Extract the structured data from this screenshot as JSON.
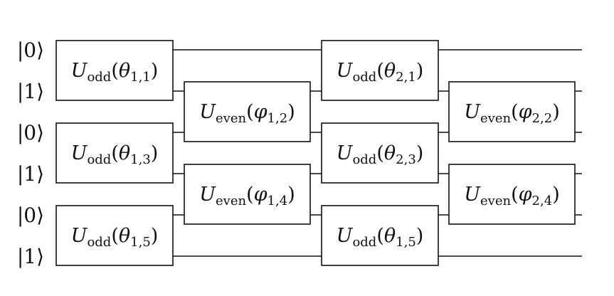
{
  "circuit": {
    "qubits": [
      {
        "state": "|0⟩"
      },
      {
        "state": "|1⟩"
      },
      {
        "state": "|0⟩"
      },
      {
        "state": "|1⟩"
      },
      {
        "state": "|0⟩"
      },
      {
        "state": "|1⟩"
      }
    ],
    "gates": [
      {
        "kind": "odd",
        "qubits": [
          0,
          1
        ],
        "column": 0,
        "op": "U",
        "subscript": "odd",
        "param": "θ",
        "param_sub": "1,1"
      },
      {
        "kind": "odd",
        "qubits": [
          2,
          3
        ],
        "column": 0,
        "op": "U",
        "subscript": "odd",
        "param": "θ",
        "param_sub": "1,3"
      },
      {
        "kind": "odd",
        "qubits": [
          4,
          5
        ],
        "column": 0,
        "op": "U",
        "subscript": "odd",
        "param": "θ",
        "param_sub": "1,5"
      },
      {
        "kind": "even",
        "qubits": [
          1,
          2
        ],
        "column": 1,
        "op": "U",
        "subscript": "even",
        "param": "φ",
        "param_sub": "1,2"
      },
      {
        "kind": "even",
        "qubits": [
          3,
          4
        ],
        "column": 1,
        "op": "U",
        "subscript": "even",
        "param": "φ",
        "param_sub": "1,4"
      },
      {
        "kind": "odd",
        "qubits": [
          0,
          1
        ],
        "column": 2,
        "op": "U",
        "subscript": "odd",
        "param": "θ",
        "param_sub": "2,1"
      },
      {
        "kind": "odd",
        "qubits": [
          2,
          3
        ],
        "column": 2,
        "op": "U",
        "subscript": "odd",
        "param": "θ",
        "param_sub": "2,3"
      },
      {
        "kind": "odd",
        "qubits": [
          4,
          5
        ],
        "column": 2,
        "op": "U",
        "subscript": "odd",
        "param": "θ",
        "param_sub": "1,5"
      },
      {
        "kind": "even",
        "qubits": [
          1,
          2
        ],
        "column": 3,
        "op": "U",
        "subscript": "even",
        "param": "φ",
        "param_sub": "2,2"
      },
      {
        "kind": "even",
        "qubits": [
          3,
          4
        ],
        "column": 3,
        "op": "U",
        "subscript": "even",
        "param": "φ",
        "param_sub": "2,4"
      }
    ]
  }
}
